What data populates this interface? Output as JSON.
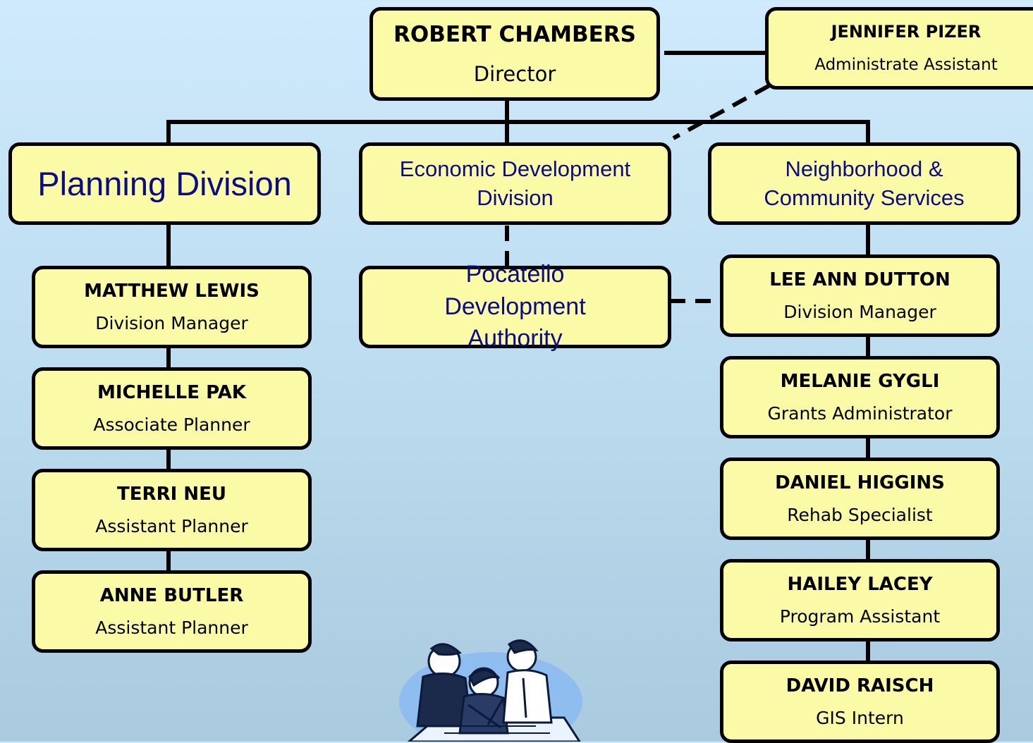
{
  "director": {
    "name": "ROBERT CHAMBERS",
    "title": "Director"
  },
  "assistant": {
    "name": "JENNIFER PIZER",
    "title": "Administrate Assistant"
  },
  "divisions": {
    "planning": "Planning Division",
    "economic": "Economic Development Division",
    "neighborhood": "Neighborhood & Community Services",
    "pda": "Pocatello Development Authority"
  },
  "planning_staff": [
    {
      "name": "MATTHEW LEWIS",
      "title": "Division Manager"
    },
    {
      "name": "MICHELLE PAK",
      "title": "Associate Planner"
    },
    {
      "name": "TERRI NEU",
      "title": "Assistant Planner"
    },
    {
      "name": "ANNE BUTLER",
      "title": "Assistant Planner"
    }
  ],
  "ncs_staff": [
    {
      "name": "LEE ANN DUTTON",
      "title": "Division Manager"
    },
    {
      "name": "MELANIE GYGLI",
      "title": "Grants Administrator"
    },
    {
      "name": "DANIEL HIGGINS",
      "title": "Rehab Specialist"
    },
    {
      "name": "HAILEY LACEY",
      "title": "Program Assistant"
    },
    {
      "name": "DAVID RAISCH",
      "title": "GIS Intern"
    }
  ],
  "colors": {
    "box_fill": "#fbfaa6",
    "division_text": "#0b0b86",
    "background": "#bcdcef"
  },
  "clipart": "people-planning-clipart"
}
